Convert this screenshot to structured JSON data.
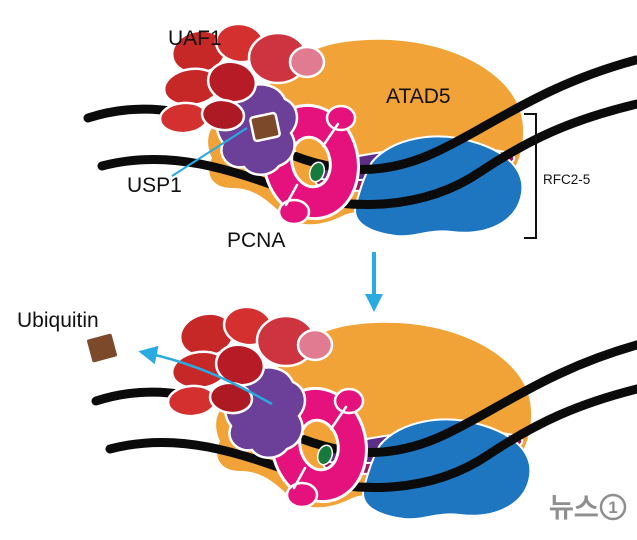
{
  "diagram": {
    "labels": {
      "uaf1": "UAF1",
      "atad5": "ATAD5",
      "usp1": "USP1",
      "pcna": "PCNA",
      "rfc": "RFC2-5",
      "ubiquitin": "Ubiquitin"
    },
    "watermark": {
      "brand": "뉴스",
      "badge": "1"
    },
    "colors": {
      "orange": "#F2A338",
      "red_a": "#C62828",
      "red_b": "#D3302F",
      "red_c": "#CE3340",
      "red_d": "#B71C26",
      "red_e": "#AD1A24",
      "pink": "#E17B91",
      "purple": "#6C3F99",
      "strip_purple": "#5C2E87",
      "crimson": "#97195C",
      "magenta": "#E5127D",
      "blue": "#1E76C0",
      "green": "#17793B",
      "brown": "#7C4A2B",
      "cyan": "#29ABE2",
      "dna": "#0B0B0B",
      "text": "#111111",
      "watermark_gray": "#8E8E8E"
    }
  }
}
